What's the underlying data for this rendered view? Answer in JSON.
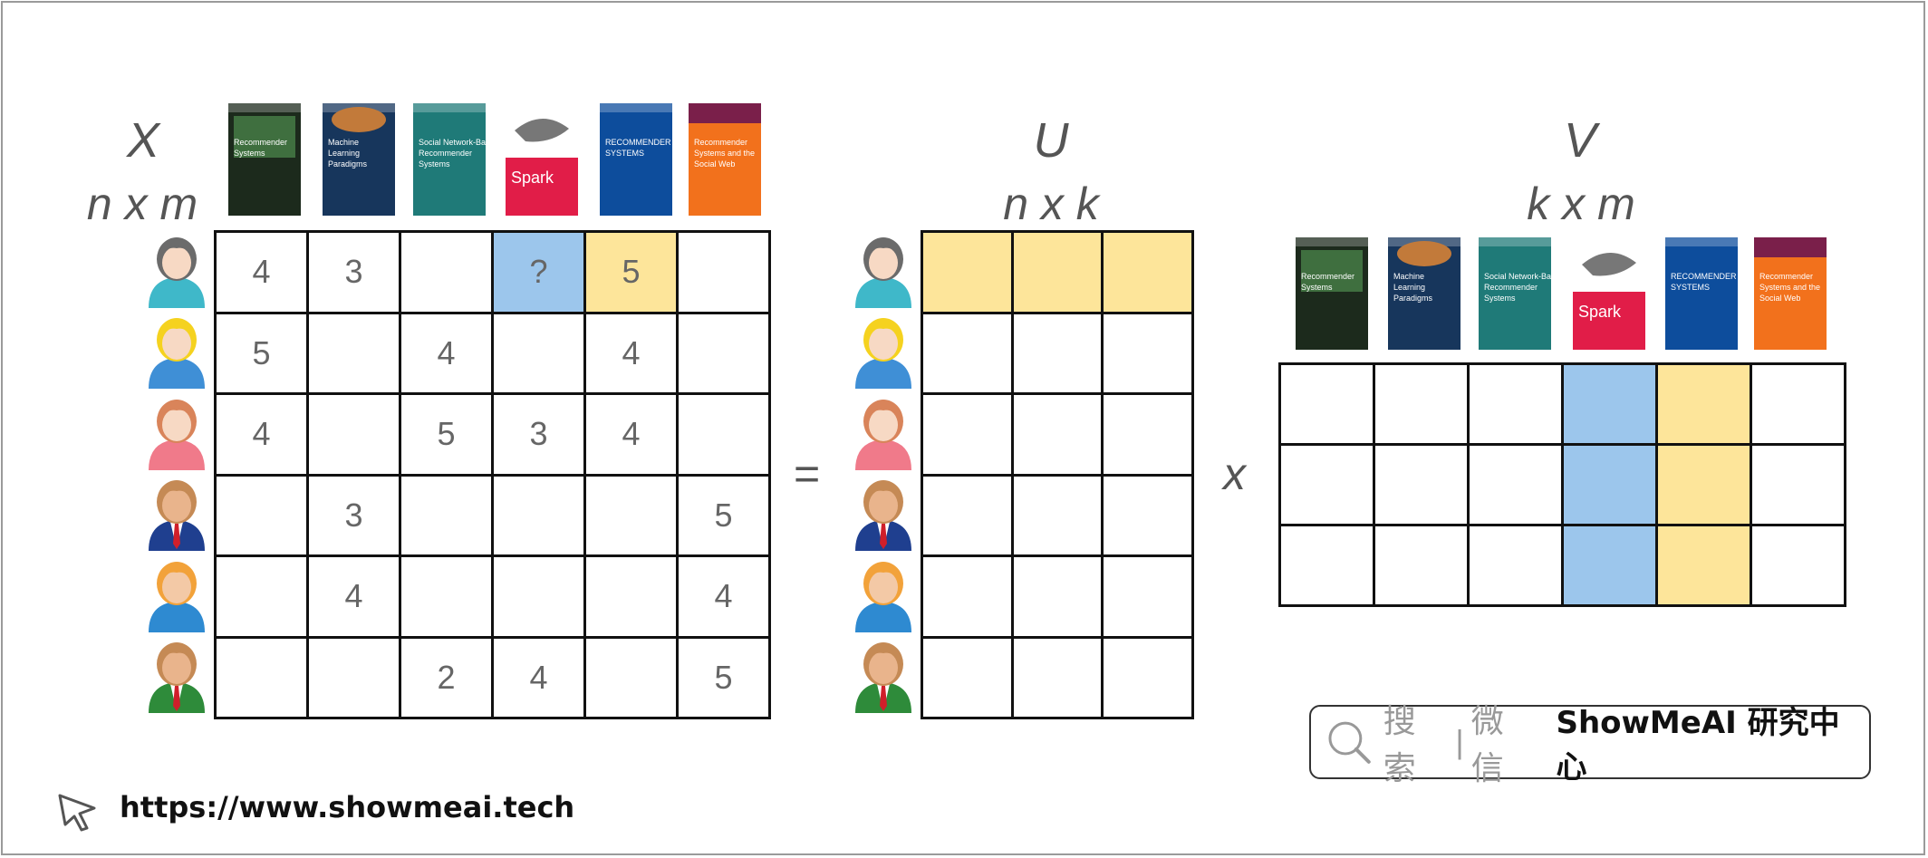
{
  "labels": {
    "x_symbol": "X",
    "x_dims": "n x m",
    "u_symbol": "U",
    "u_dims": "n x k",
    "v_symbol": "V",
    "v_dims": "k x m",
    "equals": "=",
    "times": "x"
  },
  "colors": {
    "blue_highlight": "#9cc6ec",
    "yellow_highlight": "#fde59a",
    "grid_line": "#111111",
    "cell_text": "#666666"
  },
  "books": [
    {
      "name": "book-recommender-systems-icon",
      "lines": [
        "Recommender",
        "Systems"
      ],
      "bg": "#1c2a1c"
    },
    {
      "name": "book-machine-learning-paradigms-icon",
      "lines": [
        "Machine",
        "Learning",
        "Paradigms"
      ],
      "bg": "#17365c"
    },
    {
      "name": "book-social-network-recommender-icon",
      "lines": [
        "Social Network-Based",
        "Recommender",
        "Systems"
      ],
      "bg": "#1f7a78"
    },
    {
      "name": "book-spark-icon",
      "lines": [
        "Spark"
      ],
      "bg": "#e11d48"
    },
    {
      "name": "book-blue-recommender-icon",
      "lines": [
        "RECOMMENDER",
        "SYSTEMS"
      ],
      "bg": "#0d4d9c"
    },
    {
      "name": "book-social-web-recommender-icon",
      "lines": [
        "Recommender",
        "Systems and the",
        "Social Web"
      ],
      "bg": "#f2711c"
    }
  ],
  "users": [
    {
      "name": "user-woman-dark-hair-avatar",
      "hair": "#6b6b6b",
      "shirt": "#3fb8c9",
      "skin": "#f7d9c4",
      "tie": ""
    },
    {
      "name": "user-boy-blond-avatar",
      "hair": "#f5d21f",
      "shirt": "#3f8fd6",
      "skin": "#f7d9c4",
      "tie": ""
    },
    {
      "name": "user-girl-brown-hair-avatar",
      "hair": "#d9845a",
      "shirt": "#f07a8a",
      "skin": "#f7d9c4",
      "tie": ""
    },
    {
      "name": "user-man-blue-suit-avatar",
      "hair": "#c58a55",
      "shirt": "#1f3f8f",
      "skin": "#e9b48c",
      "tie": "#d01f2a"
    },
    {
      "name": "user-woman-orange-hair-avatar",
      "hair": "#f2a23a",
      "shirt": "#2e8ad1",
      "skin": "#f3c9a6",
      "tie": ""
    },
    {
      "name": "user-man-green-suit-avatar",
      "hair": "#c58a55",
      "shirt": "#2e8b3a",
      "skin": "#e9b48c",
      "tie": "#d01f2a"
    }
  ],
  "x_matrix": [
    [
      "4",
      "3",
      "",
      "?",
      "5",
      ""
    ],
    [
      "5",
      "",
      "4",
      "",
      "4",
      ""
    ],
    [
      "4",
      "",
      "5",
      "3",
      "4",
      ""
    ],
    [
      "",
      "3",
      "",
      "",
      "",
      "5"
    ],
    [
      "",
      "4",
      "",
      "",
      "",
      "4"
    ],
    [
      "",
      "",
      "2",
      "4",
      "",
      "5"
    ]
  ],
  "x_highlights": [
    {
      "row": 0,
      "col": 3,
      "color": "blue"
    },
    {
      "row": 0,
      "col": 4,
      "color": "yellow"
    }
  ],
  "u_highlight_row": 0,
  "v_highlight_cols": [
    {
      "col": 3,
      "color": "blue"
    },
    {
      "col": 4,
      "color": "yellow"
    }
  ],
  "watermark": {
    "search_text": "搜索",
    "separator": "|",
    "wechat_text": "微信",
    "brand": "ShowMeAI 研究中心"
  },
  "url": "https://www.showmeai.tech"
}
